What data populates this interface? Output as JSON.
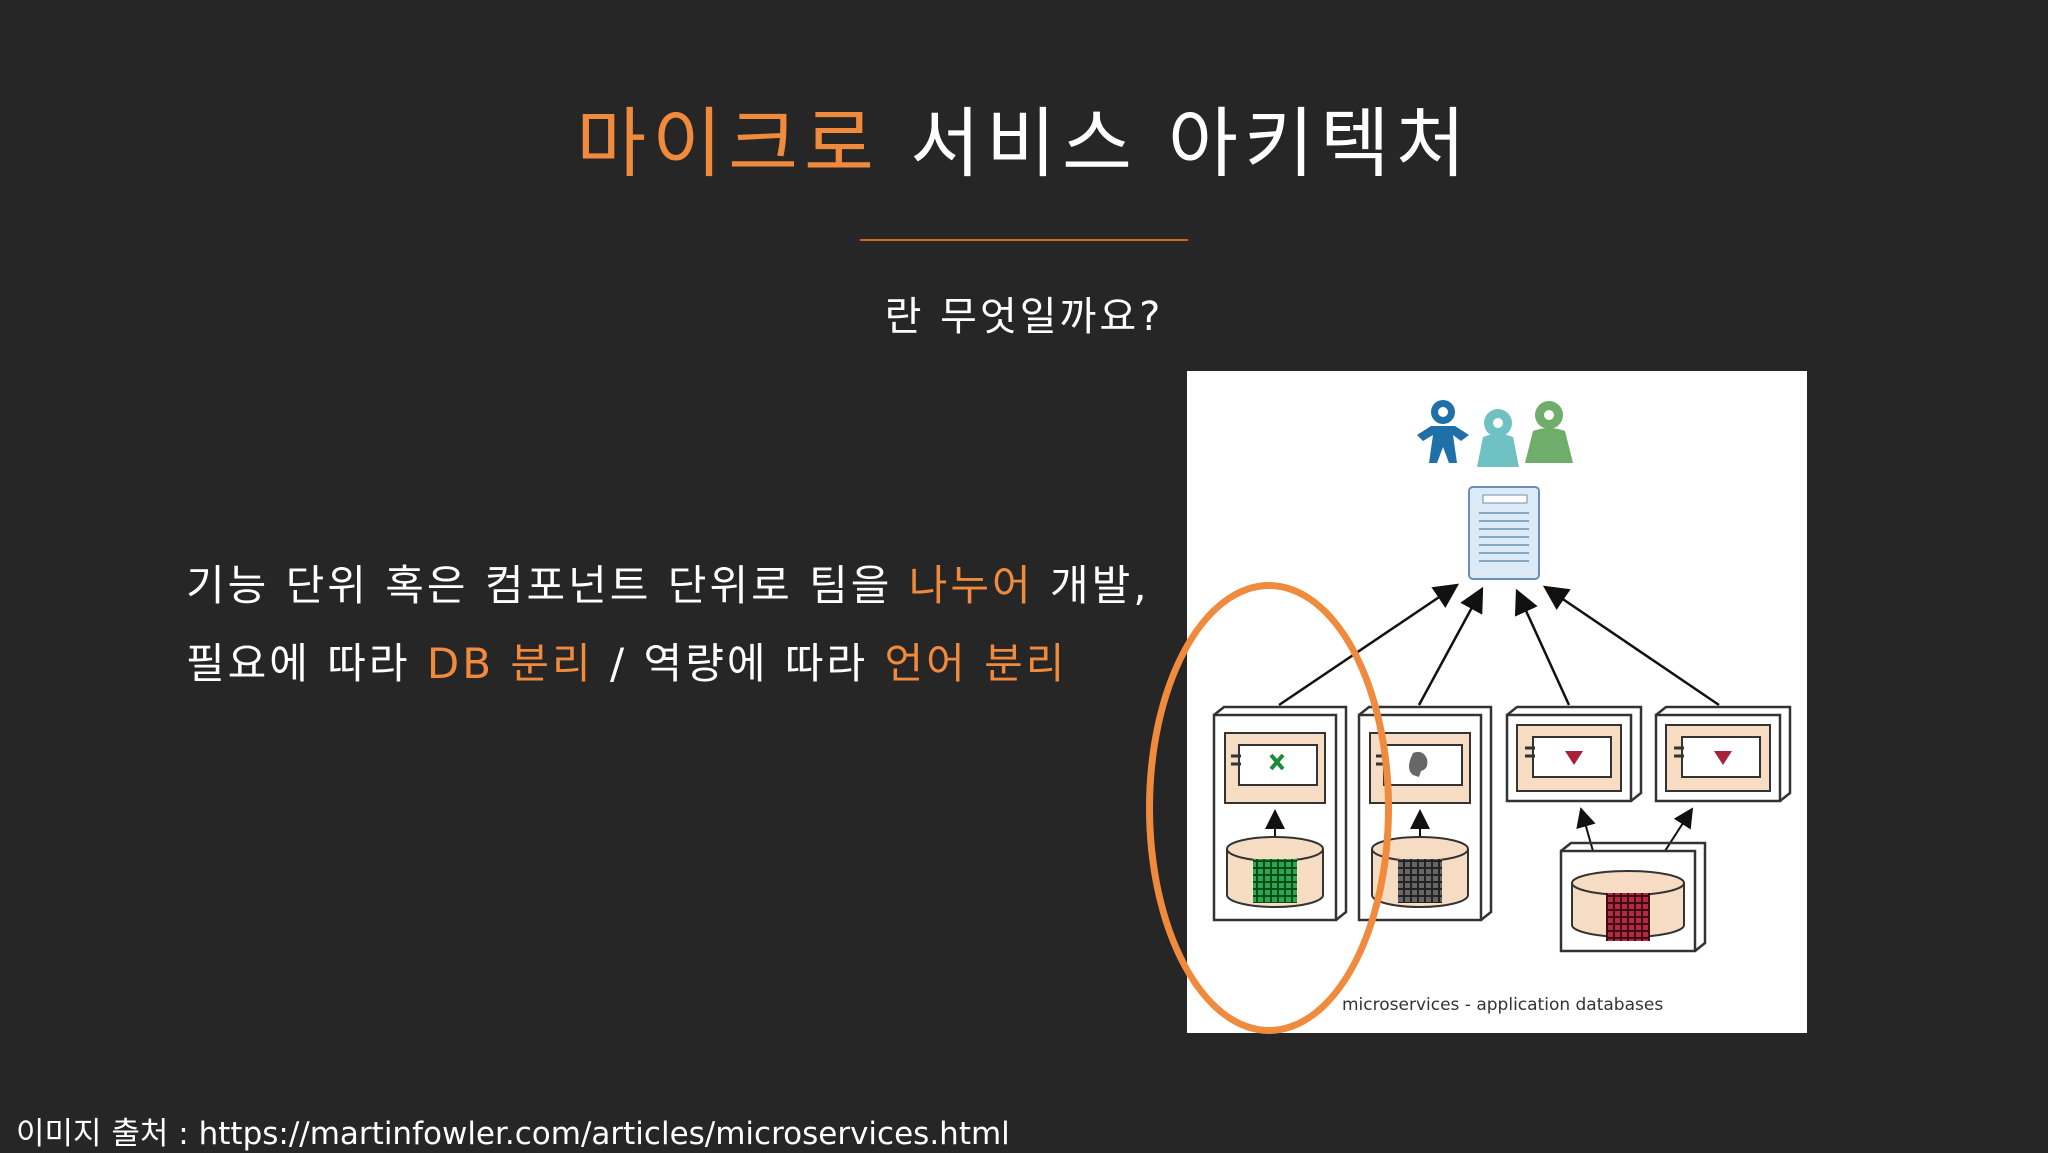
{
  "slide": {
    "title_accent": "마이크로",
    "title_rest": " 서비스 아키텍처",
    "subtitle": "란 무엇일까요?",
    "line1_part1": "기능 단위 혹은 컴포넌트 단위로 팀을 ",
    "line1_accent": "나누어",
    "line1_part2": " 개발,",
    "line2_part1": "필요에 따라 ",
    "line2_accent1": "DB 분리",
    "line2_part2": " / 역량에 따라 ",
    "line2_accent2": "언어 분리",
    "credit": "이미지 출처 : https://martinfowler.com/articles/microservices.html"
  },
  "diagram": {
    "caption": "microservices - application databases",
    "colors": {
      "accent": "#f08a3c",
      "person_blue": "#1f6fa8",
      "person_teal": "#6ec2c4",
      "person_green": "#6fae6a",
      "db_green": "#1d8a3a",
      "db_gray": "#555555",
      "db_red": "#8c1d2e",
      "component_fill": "#f6dcc3"
    },
    "services": [
      {
        "symbol": "x-mark-icon",
        "db": "green"
      },
      {
        "symbol": "gray-blob-icon",
        "db": "gray"
      },
      {
        "symbol": "red-heart-icon",
        "db": "shared-red"
      },
      {
        "symbol": "red-heart-icon",
        "db": "shared-red"
      }
    ]
  }
}
